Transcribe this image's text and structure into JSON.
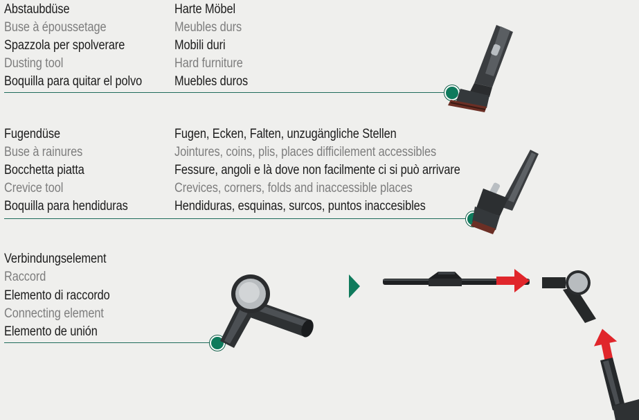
{
  "dusting_tool": {
    "names": [
      "Abstaubdüse",
      "Buse à époussetage",
      "Spazzola per spolverare",
      "Dusting tool",
      "Boquilla para quitar el polvo"
    ],
    "uses": [
      "Harte Möbel",
      "Meubles durs",
      "Mobili duri",
      "Hard furniture",
      "Muebles duros"
    ]
  },
  "crevice_tool": {
    "names": [
      "Fugendüse",
      "Buse à rainures",
      "Bocchetta piatta",
      "Crevice tool",
      "Boquilla para hendiduras"
    ],
    "uses": [
      "Fugen, Ecken, Falten, unzugängliche Stellen",
      "Jointures, coins, plis, places difficilement accessibles",
      "Fessure, angoli e là dove non facilmente ci si può arrivare",
      "Crevices, corners, folds and inaccessible places",
      "Hendiduras, esquinas, surcos, puntos inaccesibles"
    ]
  },
  "connecting_element": {
    "names": [
      "Verbindungselement",
      "Raccord",
      "Elemento di raccordo",
      "Connecting element",
      "Elemento de unión"
    ]
  },
  "colors": {
    "accent": "#0f7a5c",
    "arrow": "#e0262b",
    "text_dark": "#1b1b1b",
    "text_grey": "#7d7d7d"
  },
  "icons": [
    "dusting-tool-image",
    "crevice-tool-image",
    "connector-image",
    "green-play-arrow-icon",
    "red-arrow-icon",
    "vacuum-tube-image"
  ]
}
